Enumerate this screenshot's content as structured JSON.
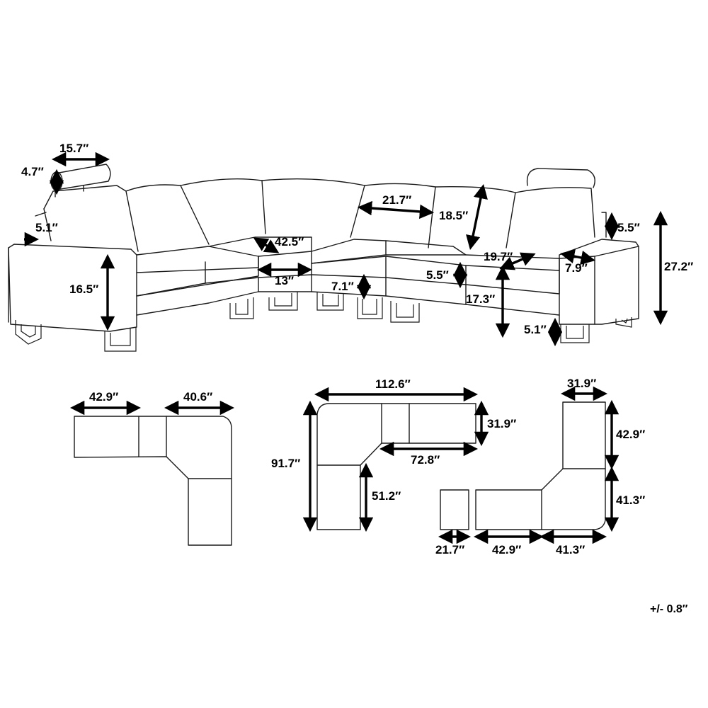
{
  "measurements": {
    "sofa": {
      "headrest_width": "15.7″",
      "headrest_height": "4.7″",
      "back_offset": "5.1″",
      "diagonal_seat_depth": "42.5″",
      "seat_span": "21.7″",
      "back_height": "18.5″",
      "arm_height": "16.5″",
      "corner_depth": "13″",
      "cushion_height": "7.1″",
      "seat_thickness": "5.5″",
      "armrest_depth": "19.7″",
      "arm_width": "7.9″",
      "seat_height": "17.3″",
      "leg_height": "5.1″",
      "headrest_offset": "5.5″",
      "total_height": "27.2″"
    },
    "layout_a": {
      "left_width": "42.9″",
      "corner_width": "40.6″"
    },
    "layout_b": {
      "total_width": "112.6″",
      "depth": "31.9″",
      "inner_width": "72.8″",
      "total_depth": "91.7″",
      "inner_depth": "51.2″"
    },
    "layout_c": {
      "top_width": "31.9″",
      "upper_depth": "42.9″",
      "lower_depth": "41.3″",
      "ottoman_width": "21.7″",
      "seat_width": "42.9″",
      "corner_width": "41.3″"
    },
    "tolerance": "+/- 0.8″"
  }
}
